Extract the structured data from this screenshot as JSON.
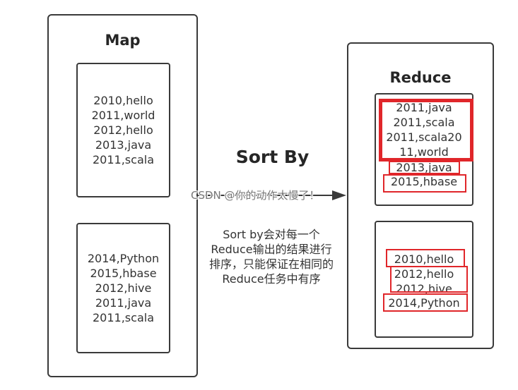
{
  "map": {
    "title": "Map",
    "top_box": [
      "2010,hello",
      "2011,world",
      "2012,hello",
      "2013,java",
      "2011,scala"
    ],
    "bottom_box": [
      "2014,Python",
      "2015,hbase",
      "2012,hive",
      "2011,java",
      "2011,scala"
    ]
  },
  "middle": {
    "title": "Sort By",
    "watermark": "CSDN @你的动作太慢了！",
    "description": [
      "Sort by会对每一个",
      "Reduce输出的结果进行",
      "排序，只能保证在相同的",
      "Reduce任务中有序"
    ]
  },
  "reduce": {
    "title": "Reduce",
    "top_box": [
      "2011,java",
      "2011,scala",
      "2011,scala20",
      "11,world",
      "2013,java",
      "2015,hbase"
    ],
    "bottom_box": [
      "2010,hello",
      "2012,hello",
      "2012,hive",
      "2014,Python"
    ]
  },
  "colors": {
    "border": "#3a3a3a",
    "highlight": "#e0262a",
    "text": "#333333"
  }
}
